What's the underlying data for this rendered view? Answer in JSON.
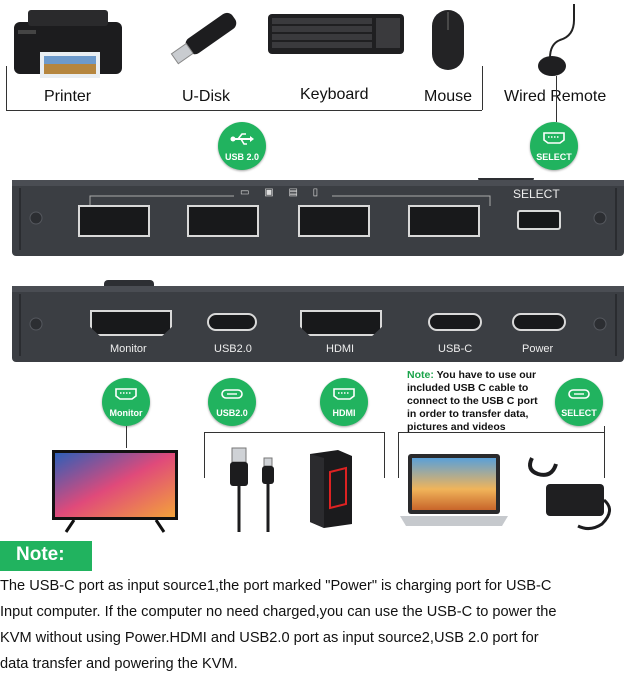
{
  "devices": {
    "printer": "Printer",
    "udisk": "U-Disk",
    "keyboard": "Keyboard",
    "mouse": "Mouse",
    "wired_remote": "Wired Remote"
  },
  "badges": {
    "usb20_top": "USB 2.0",
    "select_top": "SELECT",
    "monitor": "Monitor",
    "usb20_bottom": "USB2.0",
    "hdmi": "HDMI",
    "select_bottom": "SELECT"
  },
  "panel_top": {
    "select_label": "SELECT"
  },
  "panel_bottom": {
    "ports": [
      "Monitor",
      "USB2.0",
      "HDMI",
      "USB-C",
      "Power"
    ]
  },
  "inline_note": {
    "prefix": "Note:",
    "text": " You have to use our included USB C cable to connect to the USB C port in order to transfer data, pictures and videos"
  },
  "note": {
    "title": "Note:",
    "lines": [
      "The USB-C port as input source1,the port marked \"Power\" is charging port for USB-C",
      "Input computer. If the computer no need charged,you can use the USB-C to power the",
      "KVM without using Power.HDMI and USB2.0 port as input source2,USB 2.0 port for",
      "data transfer and powering the KVM."
    ]
  },
  "colors": {
    "accent_green": "#21b35f",
    "panel": "#3a3d42"
  }
}
